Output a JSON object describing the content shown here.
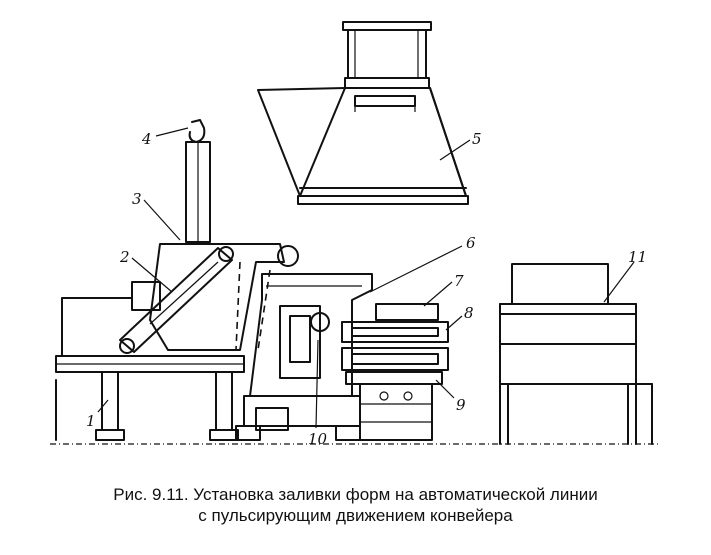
{
  "figure": {
    "callouts": [
      "1",
      "2",
      "3",
      "4",
      "5",
      "6",
      "7",
      "8",
      "9",
      "10",
      "11"
    ]
  },
  "caption": {
    "line1": "Рис. 9.11. Установка заливки форм на автоматической линии",
    "line2": "с пульсирующим движением конвейера"
  }
}
